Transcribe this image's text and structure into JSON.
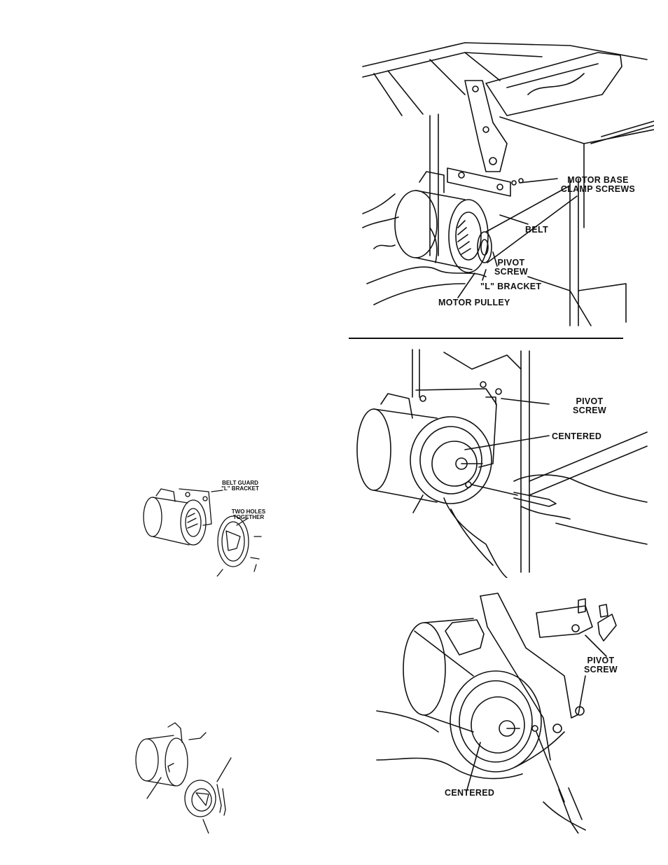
{
  "figures": {
    "fig1": {
      "labels": {
        "motor_base_clamp_screws": "MOTOR BASE\nCLAMP SCREWS",
        "belt": "BELT",
        "pivot_screw": "PIVOT\nSCREW",
        "l_bracket": "\"L\" BRACKET",
        "motor_pulley": "MOTOR PULLEY"
      }
    },
    "fig2": {
      "labels": {
        "pivot_screw": "PIVOT\nSCREW",
        "centered": "CENTERED"
      }
    },
    "fig3": {
      "labels": {
        "belt_guard_l_bracket": "BELT GUARD\n\"L\" BRACKET",
        "two_holes_together": "TWO HOLES\nTOGETHER"
      }
    },
    "fig4": {
      "labels": {
        "pivot_screw": "PIVOT\nSCREW",
        "centered": "CENTERED"
      }
    }
  }
}
